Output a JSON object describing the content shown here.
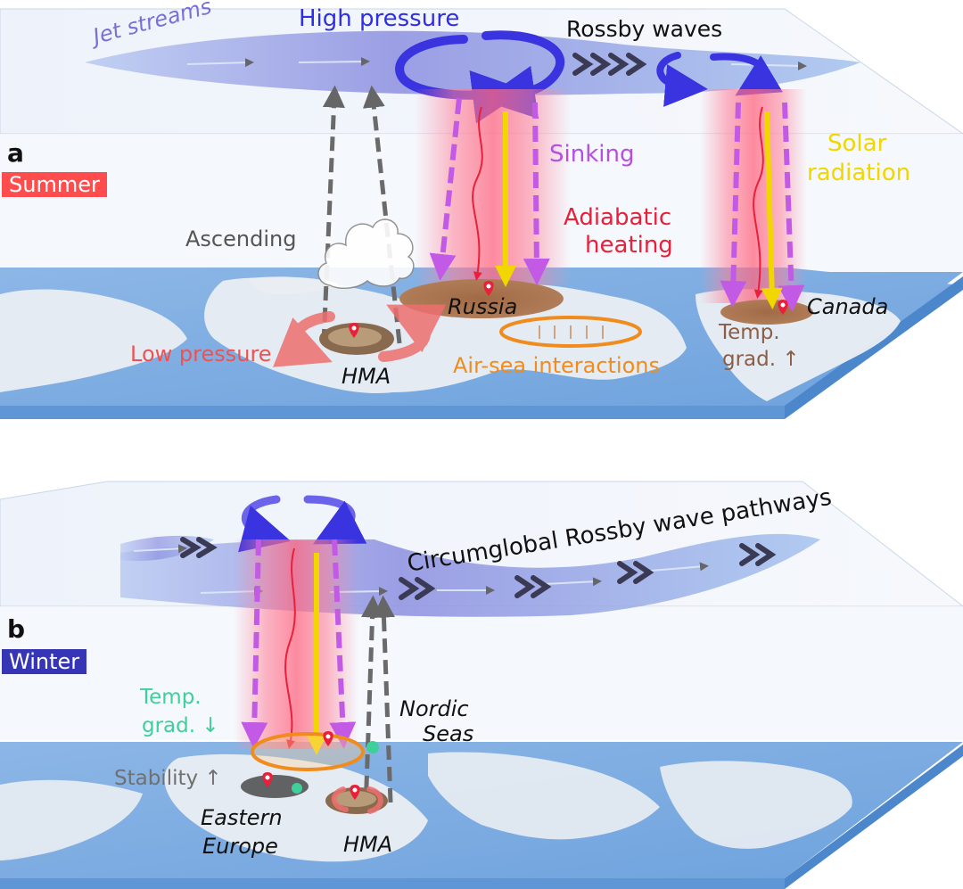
{
  "panels": [
    {
      "letter": "a",
      "season": "Summer",
      "labels": {
        "jet_streams": "Jet streams",
        "high_pressure": "High pressure",
        "rossby_waves": "Rossby waves",
        "sinking": "Sinking",
        "solar_1": "Solar",
        "solar_2": "radiation",
        "adiabatic_1": "Adiabatic",
        "adiabatic_2": "heating",
        "ascending": "Ascending",
        "russia": "Russia",
        "canada": "Canada",
        "low_pressure": "Low pressure",
        "hma": "HMA",
        "air_sea": "Air-sea interactions",
        "temp_grad_1": "Temp.",
        "temp_grad_2": "grad. ↑"
      }
    },
    {
      "letter": "b",
      "season": "Winter",
      "labels": {
        "circumglobal": "Circumglobal Rossby wave pathways",
        "temp_grad_1": "Temp.",
        "temp_grad_2": "grad. ↓",
        "nordic_1": "Nordic",
        "nordic_2": "Seas",
        "stability": "Stability ↑",
        "ee_1": "Eastern",
        "ee_2": "Europe",
        "hma": "HMA"
      }
    }
  ],
  "colors": {
    "summer": "#ff4d4d",
    "winter": "#3535b5",
    "jet": "#7a6fd6",
    "high_pressure": "#2e2ee6",
    "sinking": "#b64fe0",
    "solar": "#f1d600",
    "adiabatic": "#e8203a",
    "ascending": "#555555",
    "low_pressure": "#ee5252",
    "air_sea": "#f08c1e",
    "temp_grad_summer": "#8b5d45",
    "temp_grad_winter": "#3fcf9a",
    "stability": "#707070"
  },
  "icons": [
    "location-pin-icon",
    "cloud-icon",
    "chevron-arrows-icon",
    "circulation-arrow-icon"
  ]
}
